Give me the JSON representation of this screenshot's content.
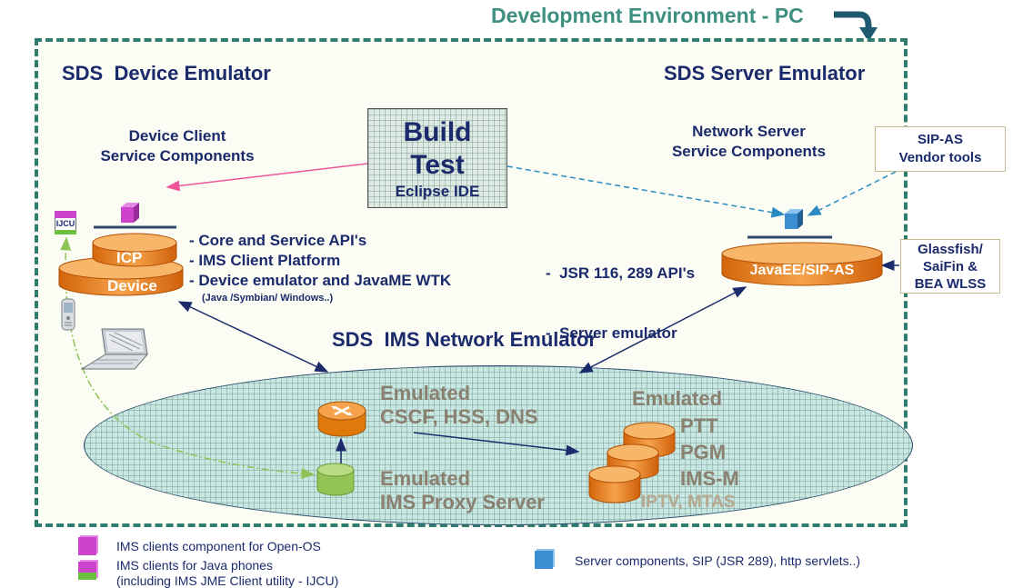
{
  "env_title": "Development Environment - PC",
  "device_emulator": {
    "title": "SDS  Device Emulator",
    "subtitle_line1": "Device Client",
    "subtitle_line2": "Service Components",
    "icp_label": "ICP",
    "device_label": "Device",
    "ijcu_label": "IJCU",
    "bullets": [
      "- Core and Service API's",
      "- IMS Client Platform",
      "- Device emulator and JavaME WTK"
    ],
    "bullet_note": "(Java /Symbian/ Windows..)"
  },
  "build_box": {
    "line1": "Build",
    "line2": "Test",
    "line3": "Eclipse IDE"
  },
  "server_emulator": {
    "title": "SDS Server Emulator",
    "subtitle_line1": "Network Server",
    "subtitle_line2": "Service Components",
    "bullets": [
      "-  JSR 116, 289 API's",
      "-  Server emulator"
    ],
    "cylinder_label": "JavaEE/SIP-AS",
    "vendor_tools": {
      "line1": "SIP-AS",
      "line2": "Vendor tools"
    },
    "glassfish": {
      "line1": "Glassfish/",
      "line2": "SaiFin &",
      "line3": "BEA WLSS"
    }
  },
  "ims_network": {
    "title": "SDS  IMS Network Emulator",
    "cscf": {
      "line1": "Emulated",
      "line2": "CSCF, HSS, DNS"
    },
    "proxy": {
      "line1": "Emulated",
      "line2": "IMS Proxy Server"
    },
    "services": {
      "line1": "Emulated",
      "items": [
        "PTT",
        "PGM",
        "IMS-M"
      ],
      "extra": "IPTV, MTAS"
    }
  },
  "legend": {
    "item1": "IMS clients component for Open-OS",
    "item2": "IMS clients for Java phones",
    "item2_note": "(including IMS JME Client utility - IJCU)",
    "item3": "Server components, SIP (JSR 289), http servlets..)"
  },
  "colors": {
    "navy": "#1a2a6b",
    "teal": "#2e7d6e",
    "orange": "#f0880a",
    "magenta": "#cc44cc",
    "blue_cube": "#3b8ed1",
    "muted_text": "#8a8070"
  },
  "icons": [
    "curved-arrow-icon",
    "router-icon",
    "laptop-icon",
    "phone-icon",
    "cube-icon"
  ]
}
